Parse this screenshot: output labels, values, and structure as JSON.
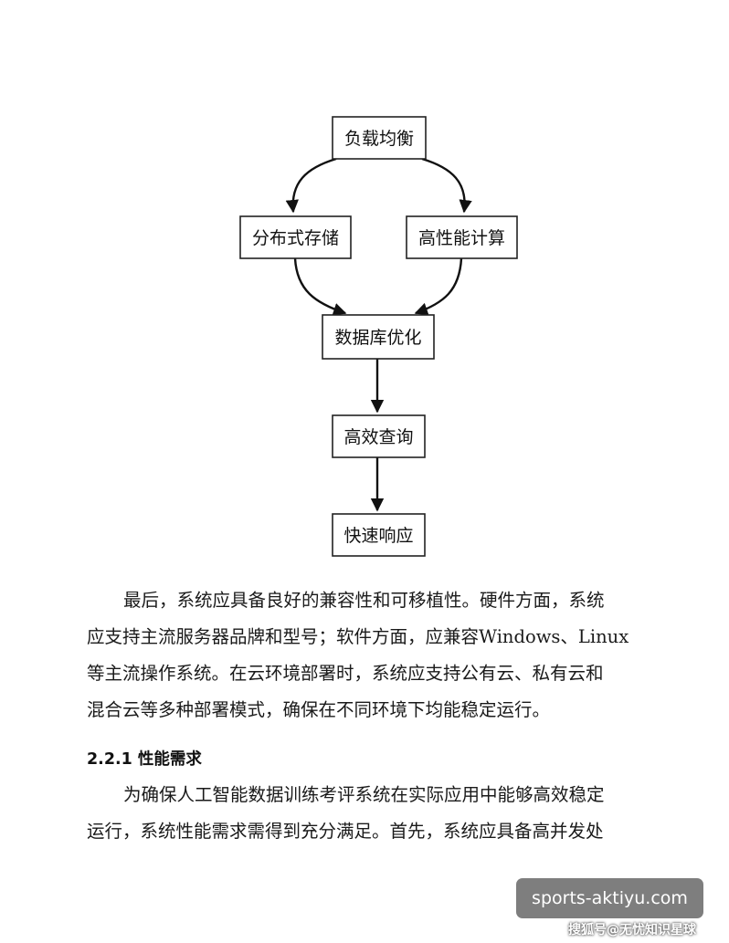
{
  "diagram": {
    "nodes": {
      "load_balance": "负载均衡",
      "distributed_storage": "分布式存储",
      "hpc": "高性能计算",
      "db_opt": "数据库优化",
      "efficient_query": "高效查询",
      "fast_response": "快速响应"
    }
  },
  "body": {
    "para1": [
      "最后，系统应具备良好的兼容性和可移植性。硬件方面，系统",
      "应支持主流服务器品牌和型号；软件方面，应兼容Windows、Linux",
      "等主流操作系统。在云环境部署时，系统应支持公有云、私有云和",
      "混合云等多种部署模式，确保在不同环境下均能稳定运行。"
    ],
    "heading": "2.2.1 性能需求",
    "para2": [
      "为确保人工智能数据训练考评系统在实际应用中能够高效稳定",
      "运行，系统性能需求需得到充分满足。首先，系统应具备高并发处"
    ]
  },
  "watermark": {
    "site": "sports-aktiyu.com",
    "credit": "搜狐号@无忧知识星球"
  }
}
